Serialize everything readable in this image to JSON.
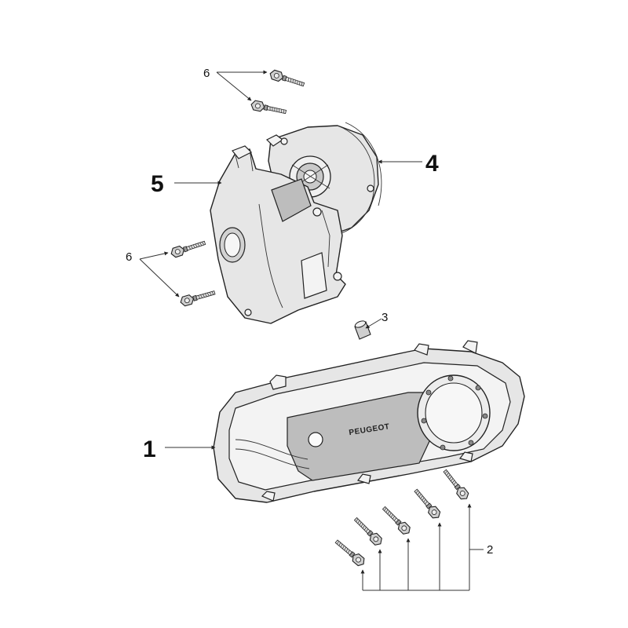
{
  "callouts": {
    "c1": "1",
    "c2": "2",
    "c3": "3",
    "c4": "4",
    "c5": "5",
    "c6a": "6",
    "c6b": "6"
  },
  "cover_brand": "PEUGEOT",
  "colors": {
    "line": "#222222",
    "fill": "#e6e6e6",
    "shade": "#bdbdbd"
  }
}
